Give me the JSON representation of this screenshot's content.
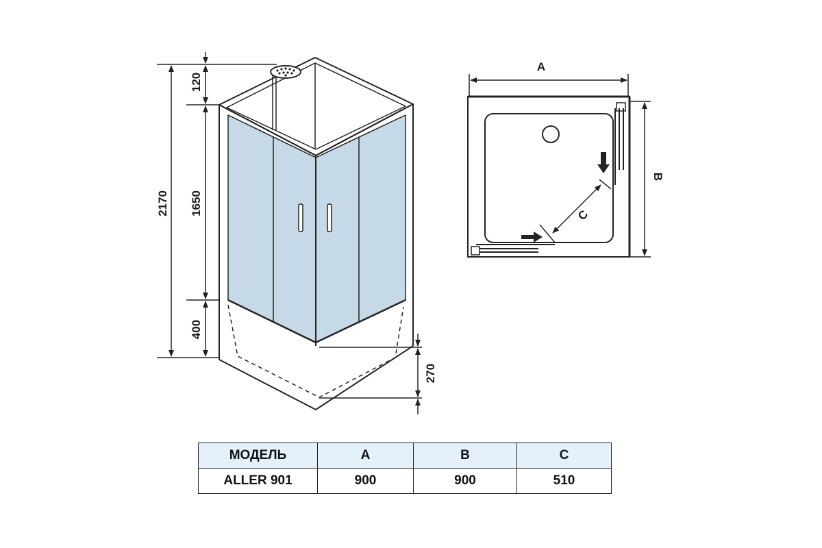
{
  "colors": {
    "glass": "#c6d9e6",
    "line": "#222222",
    "header_fill": "#e4f1fa"
  },
  "dimensions": {
    "total_height": "2170",
    "top_section": "120",
    "door_height": "1650",
    "base_section": "400",
    "tray_height": "270"
  },
  "plan": {
    "width_label": "A",
    "depth_label": "B",
    "entry_label": "C"
  },
  "table": {
    "headers": [
      "МОДЕЛЬ",
      "A",
      "B",
      "C"
    ],
    "rows": [
      [
        "ALLER 901",
        "900",
        "900",
        "510"
      ]
    ]
  }
}
